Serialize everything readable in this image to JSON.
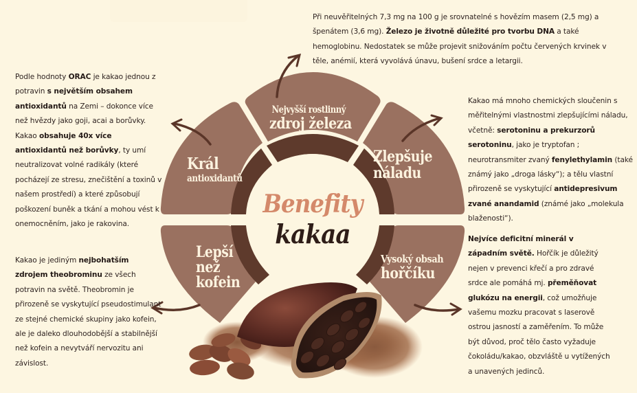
{
  "title": {
    "line1": "Benefity",
    "line2": "kakaa"
  },
  "colors": {
    "background": "#fdf6e1",
    "segment": "#9a7160",
    "inner_ring": "#5e3a2c",
    "center": "#fdf6e1",
    "title_accent": "#d4896a",
    "title_dark": "#2e1d18",
    "arrow": "#5a3528",
    "segment_text": "#fdf3df",
    "body_text": "#2f2321"
  },
  "segments": [
    {
      "id": "iron",
      "label_small": "Nejvyšší rostlinný",
      "label_big": "zdroj železa"
    },
    {
      "id": "antioxidants",
      "label_big": "Král",
      "label_small": "antioxidantů"
    },
    {
      "id": "mood",
      "label_big_line1": "Zlepšuje",
      "label_big_line2": "náladu"
    },
    {
      "id": "caffeine",
      "label_big_line1": "Lepší",
      "label_big_line2": "než",
      "label_big_line3": "kofein"
    },
    {
      "id": "magnesium",
      "label_small": "Vysoký obsah",
      "label_big": "hořčíku"
    }
  ],
  "texts": {
    "iron": [
      {
        "t": "Při neuvěřitelných 7,3 mg na 100 g je srovnatelné s hovězím masem (2,5 mg) a "
      },
      {
        "t": "špenátem (3,6 mg). "
      },
      {
        "t": "Železo je životně důležité pro tvorbu DNA",
        "b": true
      },
      {
        "t": " a také hemoglobinu. Nedostatek se může projevit snižováním počtu červených krvinek v těle, anémií, která vyvolává únavu, bušení srdce a letargii."
      }
    ],
    "antioxidants": [
      {
        "t": "Podle hodnoty "
      },
      {
        "t": "ORAC",
        "b": true
      },
      {
        "t": " je kakao jednou z potravin "
      },
      {
        "t": "s největším obsahem antioxidantů",
        "b": true
      },
      {
        "t": " na Zemi – dokonce více než hvězdy jako goji, acai a borůvky. Kakao "
      },
      {
        "t": "obsahuje 40x více antioxidantů než borůvky",
        "b": true
      },
      {
        "t": ", ty umí neutralizovat volné radikály (které pocházejí ze stresu, znečištění a toxinů v našem prostředí) a které způsobují poškození buněk a tkání a mohou vést k onemocněním, jako je rakovina."
      }
    ],
    "mood": [
      {
        "t": "Kakao má mnoho chemických sloučenin s měřitelnými vlastnostmi zlepšujícími náladu, včetně: "
      },
      {
        "t": "serotoninu a prekurzorů serotoninu",
        "b": true
      },
      {
        "t": ", jako je tryptofan ; neurotransmiter zvaný "
      },
      {
        "t": "fenylethylamin",
        "b": true
      },
      {
        "t": " (také známý jako „droga lásky“); a tělu vlastní přirozeně se vyskytující "
      },
      {
        "t": "antidepresivum zvané anandamid",
        "b": true
      },
      {
        "t": " (známé jako „molekula blaženosti“)."
      }
    ],
    "caffeine": [
      {
        "t": "Kakao je jediným "
      },
      {
        "t": "nejbohatším zdrojem theobrominu",
        "b": true
      },
      {
        "t": " ze všech potravin na světě. Theobromin je přirozeně se vyskytující pseudostimulant ze stejné chemické skupiny jako kofein, ale je daleko dlouhodobější a stabilnější než kofein a nevytváří nervozitu ani závislost."
      }
    ],
    "magnesium": [
      {
        "t": "Nejvíce deficitní minerál v západním světě.",
        "b": true
      },
      {
        "t": " Hořčík je důležitý nejen v prevenci křečí a pro zdravé srdce ale pomáhá mj. "
      },
      {
        "t": "přeměňovat glukózu na energii",
        "b": true
      },
      {
        "t": ", což umožňuje vašemu mozku pracovat s laserově ostrou jasností a zaměřením. To může být důvod, proč tělo často vyžaduje čokoládu/kakao, obzvláště u vytížených a unavených jedinců."
      }
    ]
  },
  "icons": {
    "arrows": [
      "arrow-to-iron",
      "arrow-to-antioxidants",
      "arrow-to-mood",
      "arrow-to-caffeine",
      "arrow-to-magnesium"
    ],
    "image": "cocoa-pod-and-beans"
  }
}
